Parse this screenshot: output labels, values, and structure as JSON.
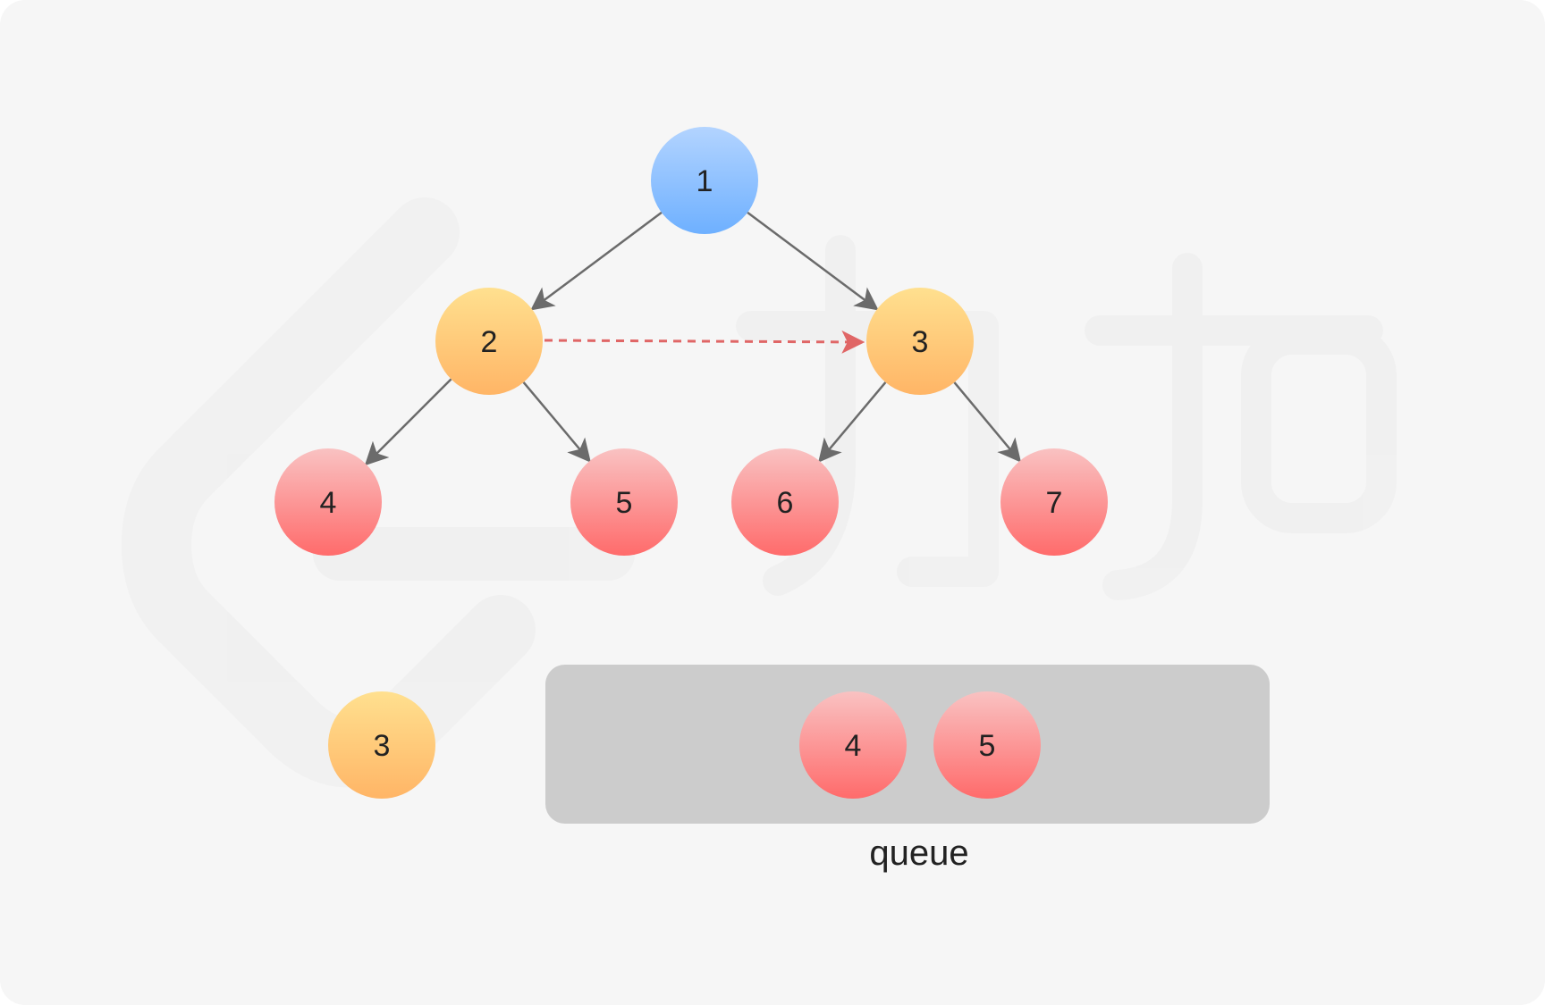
{
  "tree": {
    "nodes": [
      {
        "id": "n1",
        "label": "1",
        "color": "blue"
      },
      {
        "id": "n2",
        "label": "2",
        "color": "orange"
      },
      {
        "id": "n3",
        "label": "3",
        "color": "orange"
      },
      {
        "id": "n4",
        "label": "4",
        "color": "red"
      },
      {
        "id": "n5",
        "label": "5",
        "color": "red"
      },
      {
        "id": "n6",
        "label": "6",
        "color": "red"
      },
      {
        "id": "n7",
        "label": "7",
        "color": "red"
      }
    ],
    "edges": [
      {
        "from": "n1",
        "to": "n2"
      },
      {
        "from": "n1",
        "to": "n3"
      },
      {
        "from": "n2",
        "to": "n4"
      },
      {
        "from": "n2",
        "to": "n5"
      },
      {
        "from": "n3",
        "to": "n6"
      },
      {
        "from": "n3",
        "to": "n7"
      }
    ],
    "next_pointer": {
      "from": "n2",
      "to": "n3",
      "style": "dashed",
      "color": "#e06666"
    }
  },
  "current": {
    "label": "3"
  },
  "queue": {
    "label": "queue",
    "items": [
      {
        "label": "4"
      },
      {
        "label": "5"
      }
    ]
  },
  "colors": {
    "background": "#f6f6f6",
    "queue_box": "#cccccc",
    "edge": "#6b6b6b",
    "text": "#222222",
    "blue_top": "#b3d4ff",
    "blue_bottom": "#6eb0ff",
    "orange_top": "#ffe08f",
    "orange_bottom": "#ffb566",
    "red_top": "#f9c2c2",
    "red_bottom": "#ff6b6b"
  },
  "watermark": {
    "text": "LeetCode"
  }
}
